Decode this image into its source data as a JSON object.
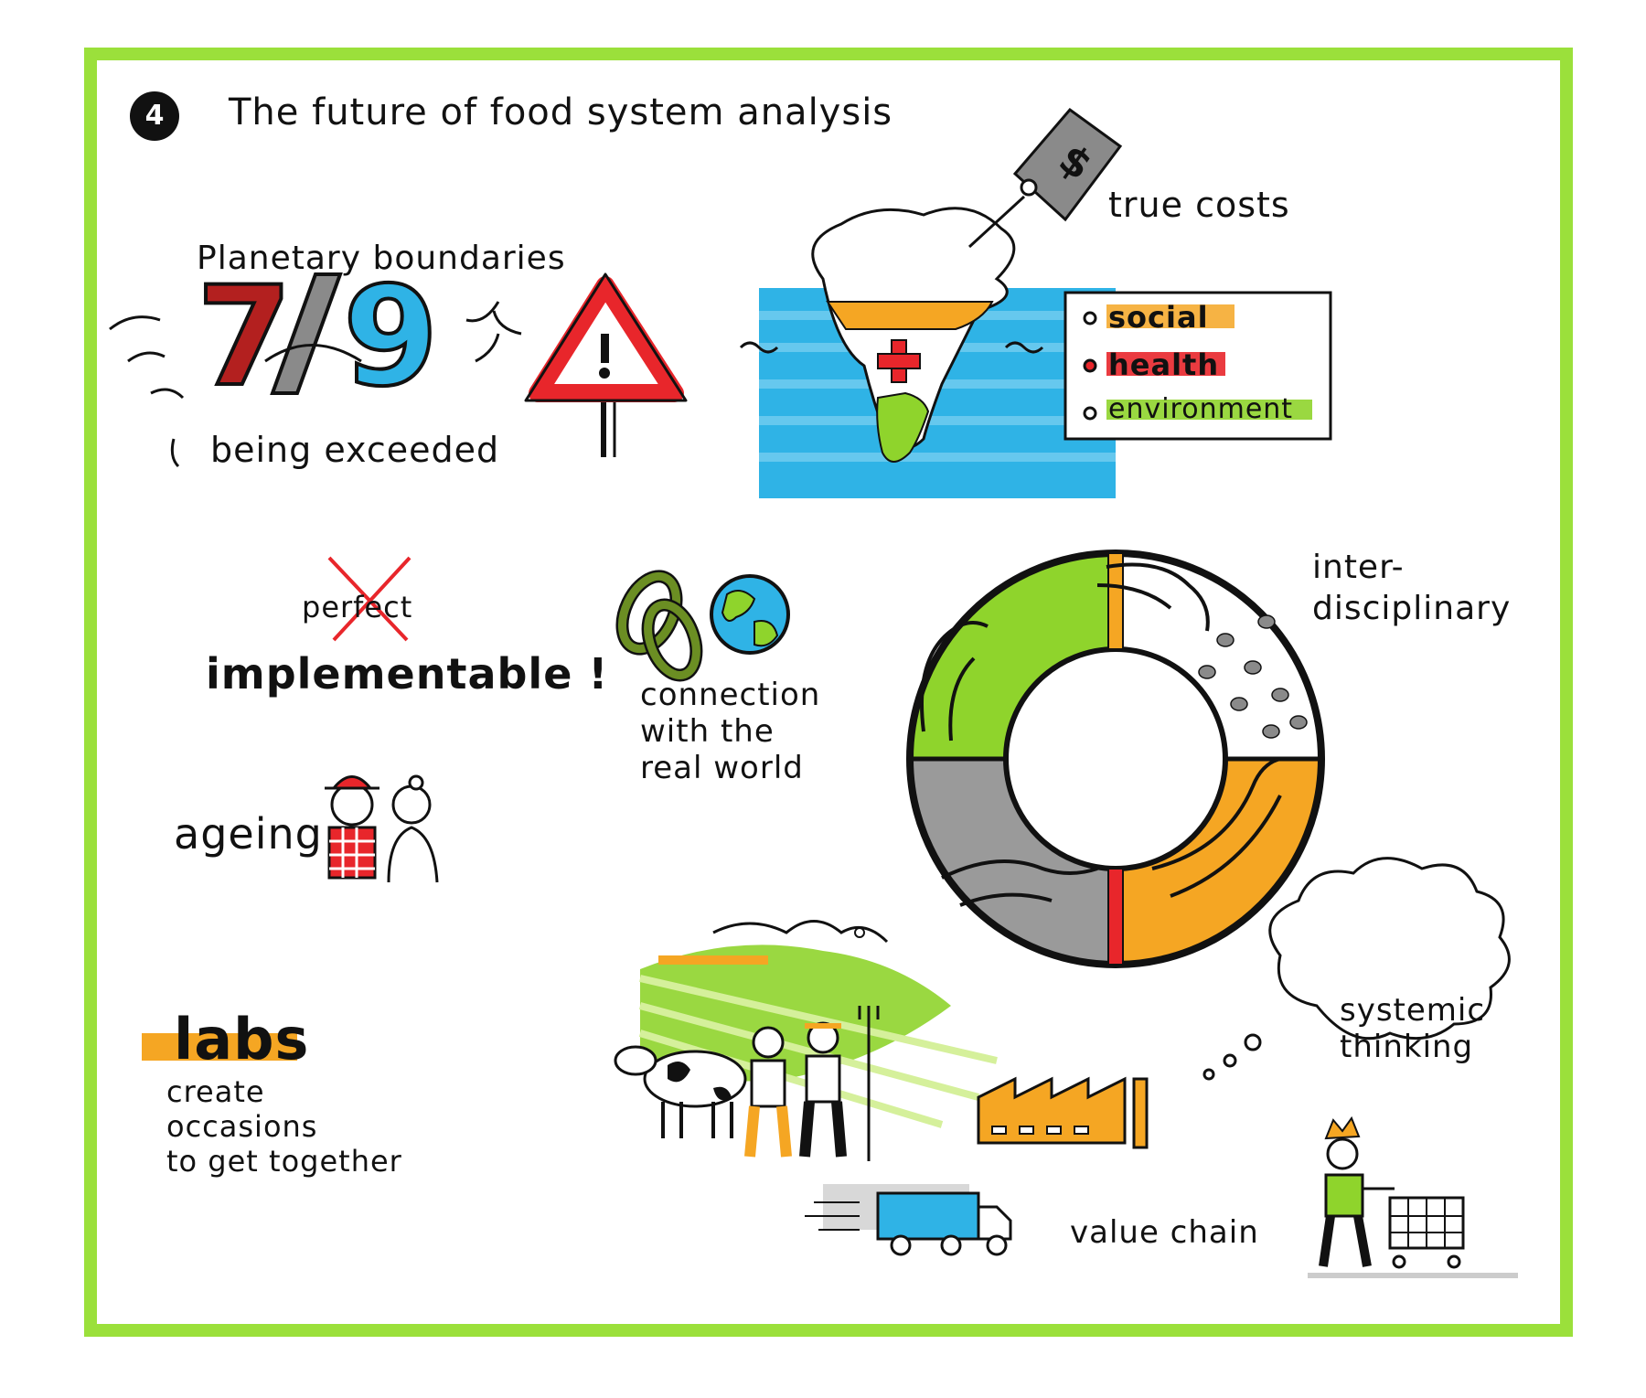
{
  "header": {
    "number": "4",
    "title": "The future of food system analysis"
  },
  "planetary": {
    "label": "Planetary boundaries",
    "numerator": "7",
    "denominator": "9",
    "caption": "being exceeded"
  },
  "true_costs": {
    "label": "true costs",
    "currency_symbol": "$",
    "items": [
      "social",
      "health",
      "environment"
    ]
  },
  "perfect": {
    "crossed": "perfect",
    "word": "implementable !"
  },
  "connection": {
    "line1": "connection",
    "line2": "with the",
    "line3": "real world"
  },
  "ageing": {
    "label": "ageing"
  },
  "labs": {
    "title": "labs",
    "line1": "create",
    "line2": "occasions",
    "line3": "to get together"
  },
  "interdisciplinary": {
    "line1": "inter-",
    "line2": "disciplinary"
  },
  "systemic": {
    "line1": "systemic",
    "line2": "thinking"
  },
  "value_chain": {
    "label": "value chain"
  },
  "colors": {
    "frame": "#9be03b",
    "green": "#8fd42c",
    "orange": "#f5a623",
    "red": "#e8262b",
    "blue": "#2fb3e6",
    "grey": "#9a9a9a",
    "dark_red": "#b3201f"
  }
}
